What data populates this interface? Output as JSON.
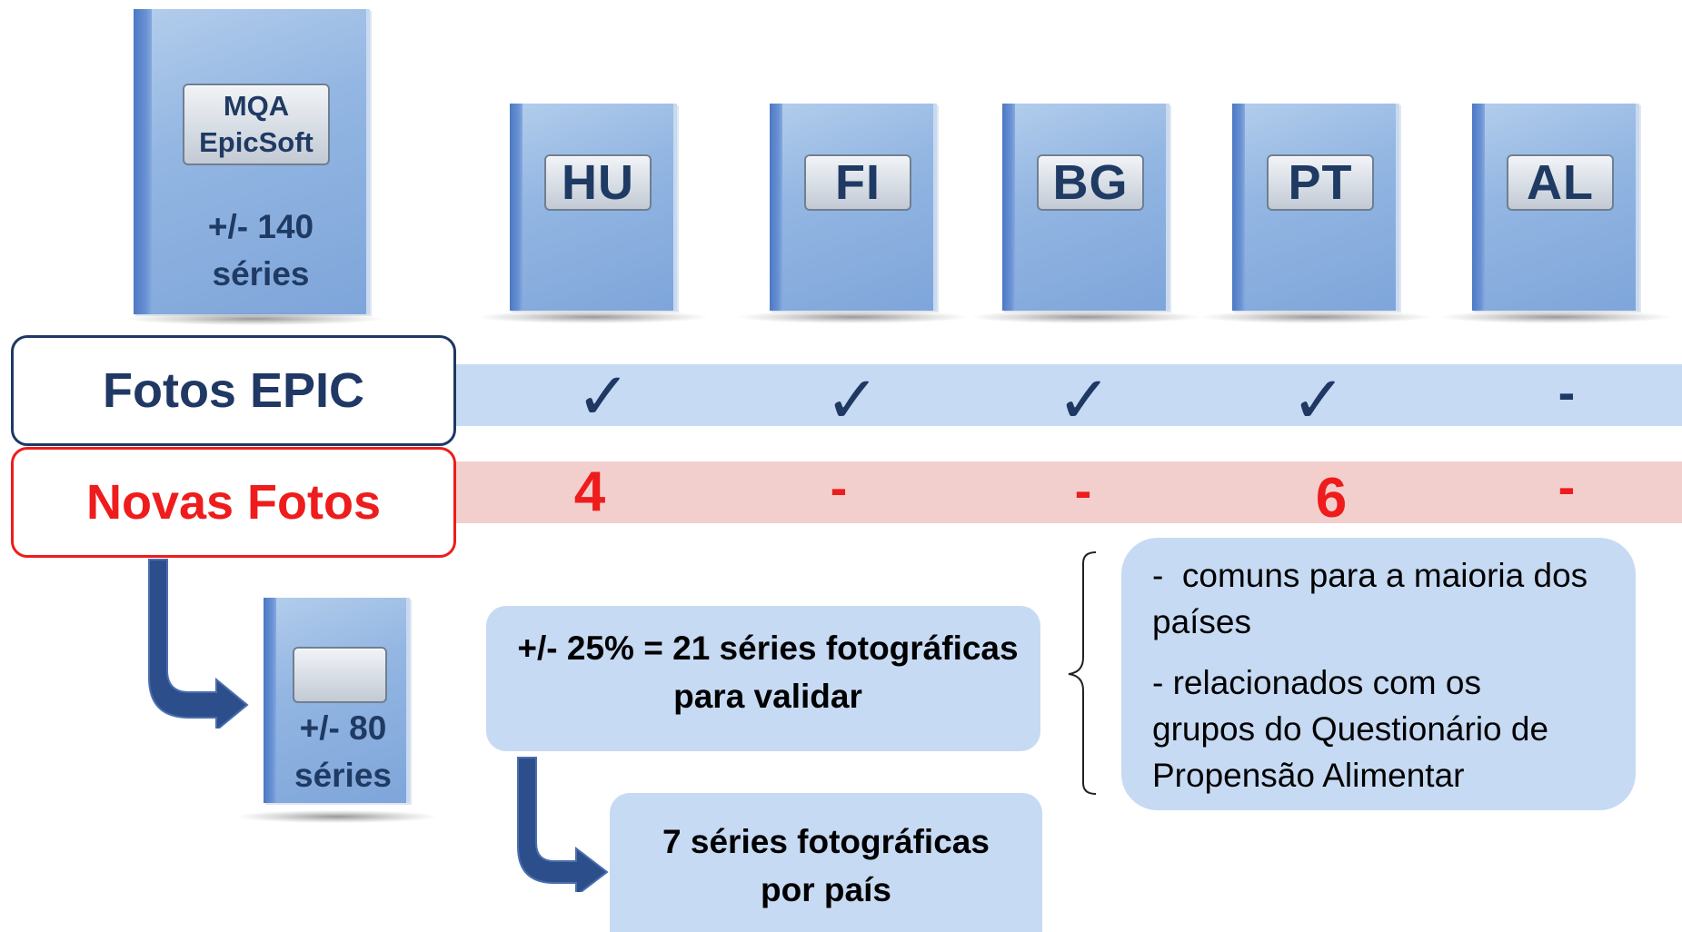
{
  "source_book": {
    "plate_lines": [
      "MQA",
      "EpicSoft"
    ],
    "count_lines": [
      "+/- 140",
      "séries"
    ]
  },
  "countries": [
    "HU",
    "FI",
    "BG",
    "PT",
    "AL"
  ],
  "rows": {
    "fotos_epic": {
      "label": "Fotos EPIC",
      "values": [
        "✓",
        "✓",
        "✓",
        "✓",
        "-"
      ],
      "label_color": "#1f3864",
      "bar_color": "#c7daf3"
    },
    "novas_fotos": {
      "label": "Novas Fotos",
      "values": [
        "4",
        "-",
        "-",
        "6",
        "-"
      ],
      "label_color": "#ee1c1c",
      "bar_color": "#f2cfcd"
    }
  },
  "result_book": {
    "count_lines": [
      "+/- 80",
      "séries"
    ]
  },
  "validation_box": {
    "lines": [
      "+/- 25% = 21 séries fotográficas",
      "para validar"
    ]
  },
  "per_country_box": {
    "lines": [
      "7 séries fotográficas",
      "por país"
    ]
  },
  "criteria_box": {
    "items": [
      [
        "-  comuns para a maioria dos",
        "países"
      ],
      [
        "- relacionados com os",
        "grupos do Questionário de",
        "Propensão Alimentar"
      ]
    ]
  },
  "colors": {
    "book_blue": "#8fb4e3",
    "spine_blue": "#4d78c4",
    "arrow_blue": "#2c4f8c",
    "dark_navy": "#1f3864",
    "red": "#ee1c1c",
    "light_blue_box": "#c7daf3",
    "light_red_bar": "#f2cfcd"
  }
}
